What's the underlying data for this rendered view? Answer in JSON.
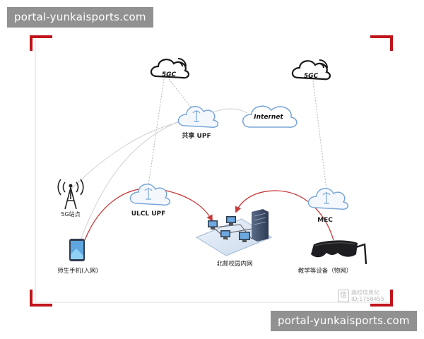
{
  "watermark": {
    "top": "portal-yunkaisports.com",
    "bottom": "portal-yunkaisports.com"
  },
  "nodes": {
    "core_5gc_left": "5GC",
    "core_5gc_right": "5GC",
    "shared_upf": "共享 UPF",
    "internet": "Internet",
    "base_station": "5G站点",
    "ulcl_upf": "ULCL UPF",
    "mec": "MEC",
    "phone": "师生手机(入网)",
    "campus_network": "北邮校园内网",
    "teaching_device": "教学等设备（物网）"
  },
  "stamp": {
    "glyph": "信",
    "line1": "高校信息化",
    "line2": "ID:1758455"
  },
  "colors": {
    "corner_bracket": "#c0141a",
    "flow_arrow": "#c83a3a",
    "cloud": "#7aa7d8",
    "link": "#bfbfbf"
  }
}
